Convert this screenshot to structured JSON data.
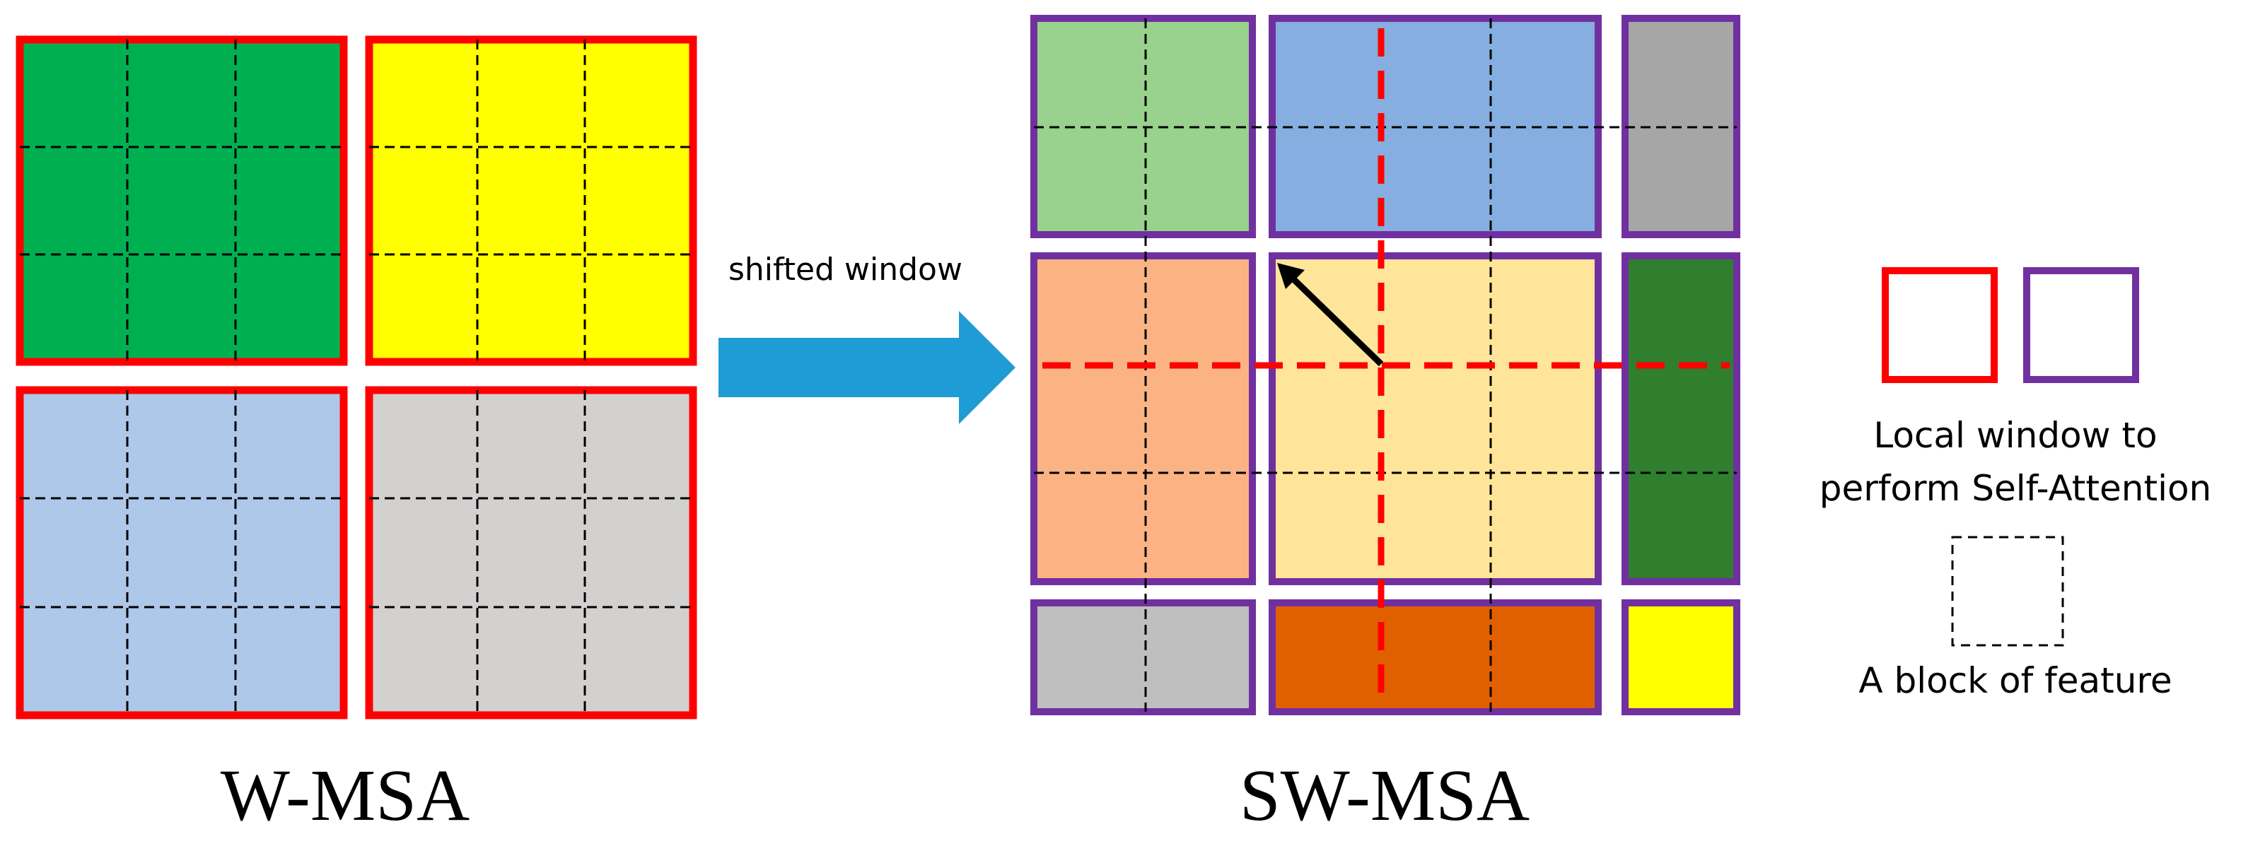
{
  "left_panel": {
    "title": "W-MSA",
    "window_color": "#ff0000",
    "windows": [
      {
        "name": "window-top-left",
        "fill": "#00b050"
      },
      {
        "name": "window-top-right",
        "fill": "#ffff00"
      },
      {
        "name": "window-bottom-left",
        "fill": "#aec8ea"
      },
      {
        "name": "window-bottom-right",
        "fill": "#d3d0d0"
      }
    ]
  },
  "shift_arrow": {
    "label": "shifted window",
    "color": "#1f9bd6"
  },
  "right_panel": {
    "title": "SW-MSA",
    "window_color": "#7030a0",
    "shift_line_color": "#ff0000",
    "windows": [
      {
        "name": "window-r0c0",
        "fill": "#98d28c"
      },
      {
        "name": "window-r0c1",
        "fill": "#86aee0"
      },
      {
        "name": "window-r0c2",
        "fill": "#a6a6a6"
      },
      {
        "name": "window-r1c0",
        "fill": "#fbb384"
      },
      {
        "name": "window-r1c1",
        "fill": "#fee599"
      },
      {
        "name": "window-r1c2",
        "fill": "#2f7f2f"
      },
      {
        "name": "window-r2c0",
        "fill": "#bfbfbf"
      },
      {
        "name": "window-r2c1",
        "fill": "#e06000"
      },
      {
        "name": "window-r2c2",
        "fill": "#ffff00"
      }
    ]
  },
  "legend": {
    "window_line1": "Local window to",
    "window_line2": "perform Self-Attention",
    "block_label": "A block of feature"
  }
}
